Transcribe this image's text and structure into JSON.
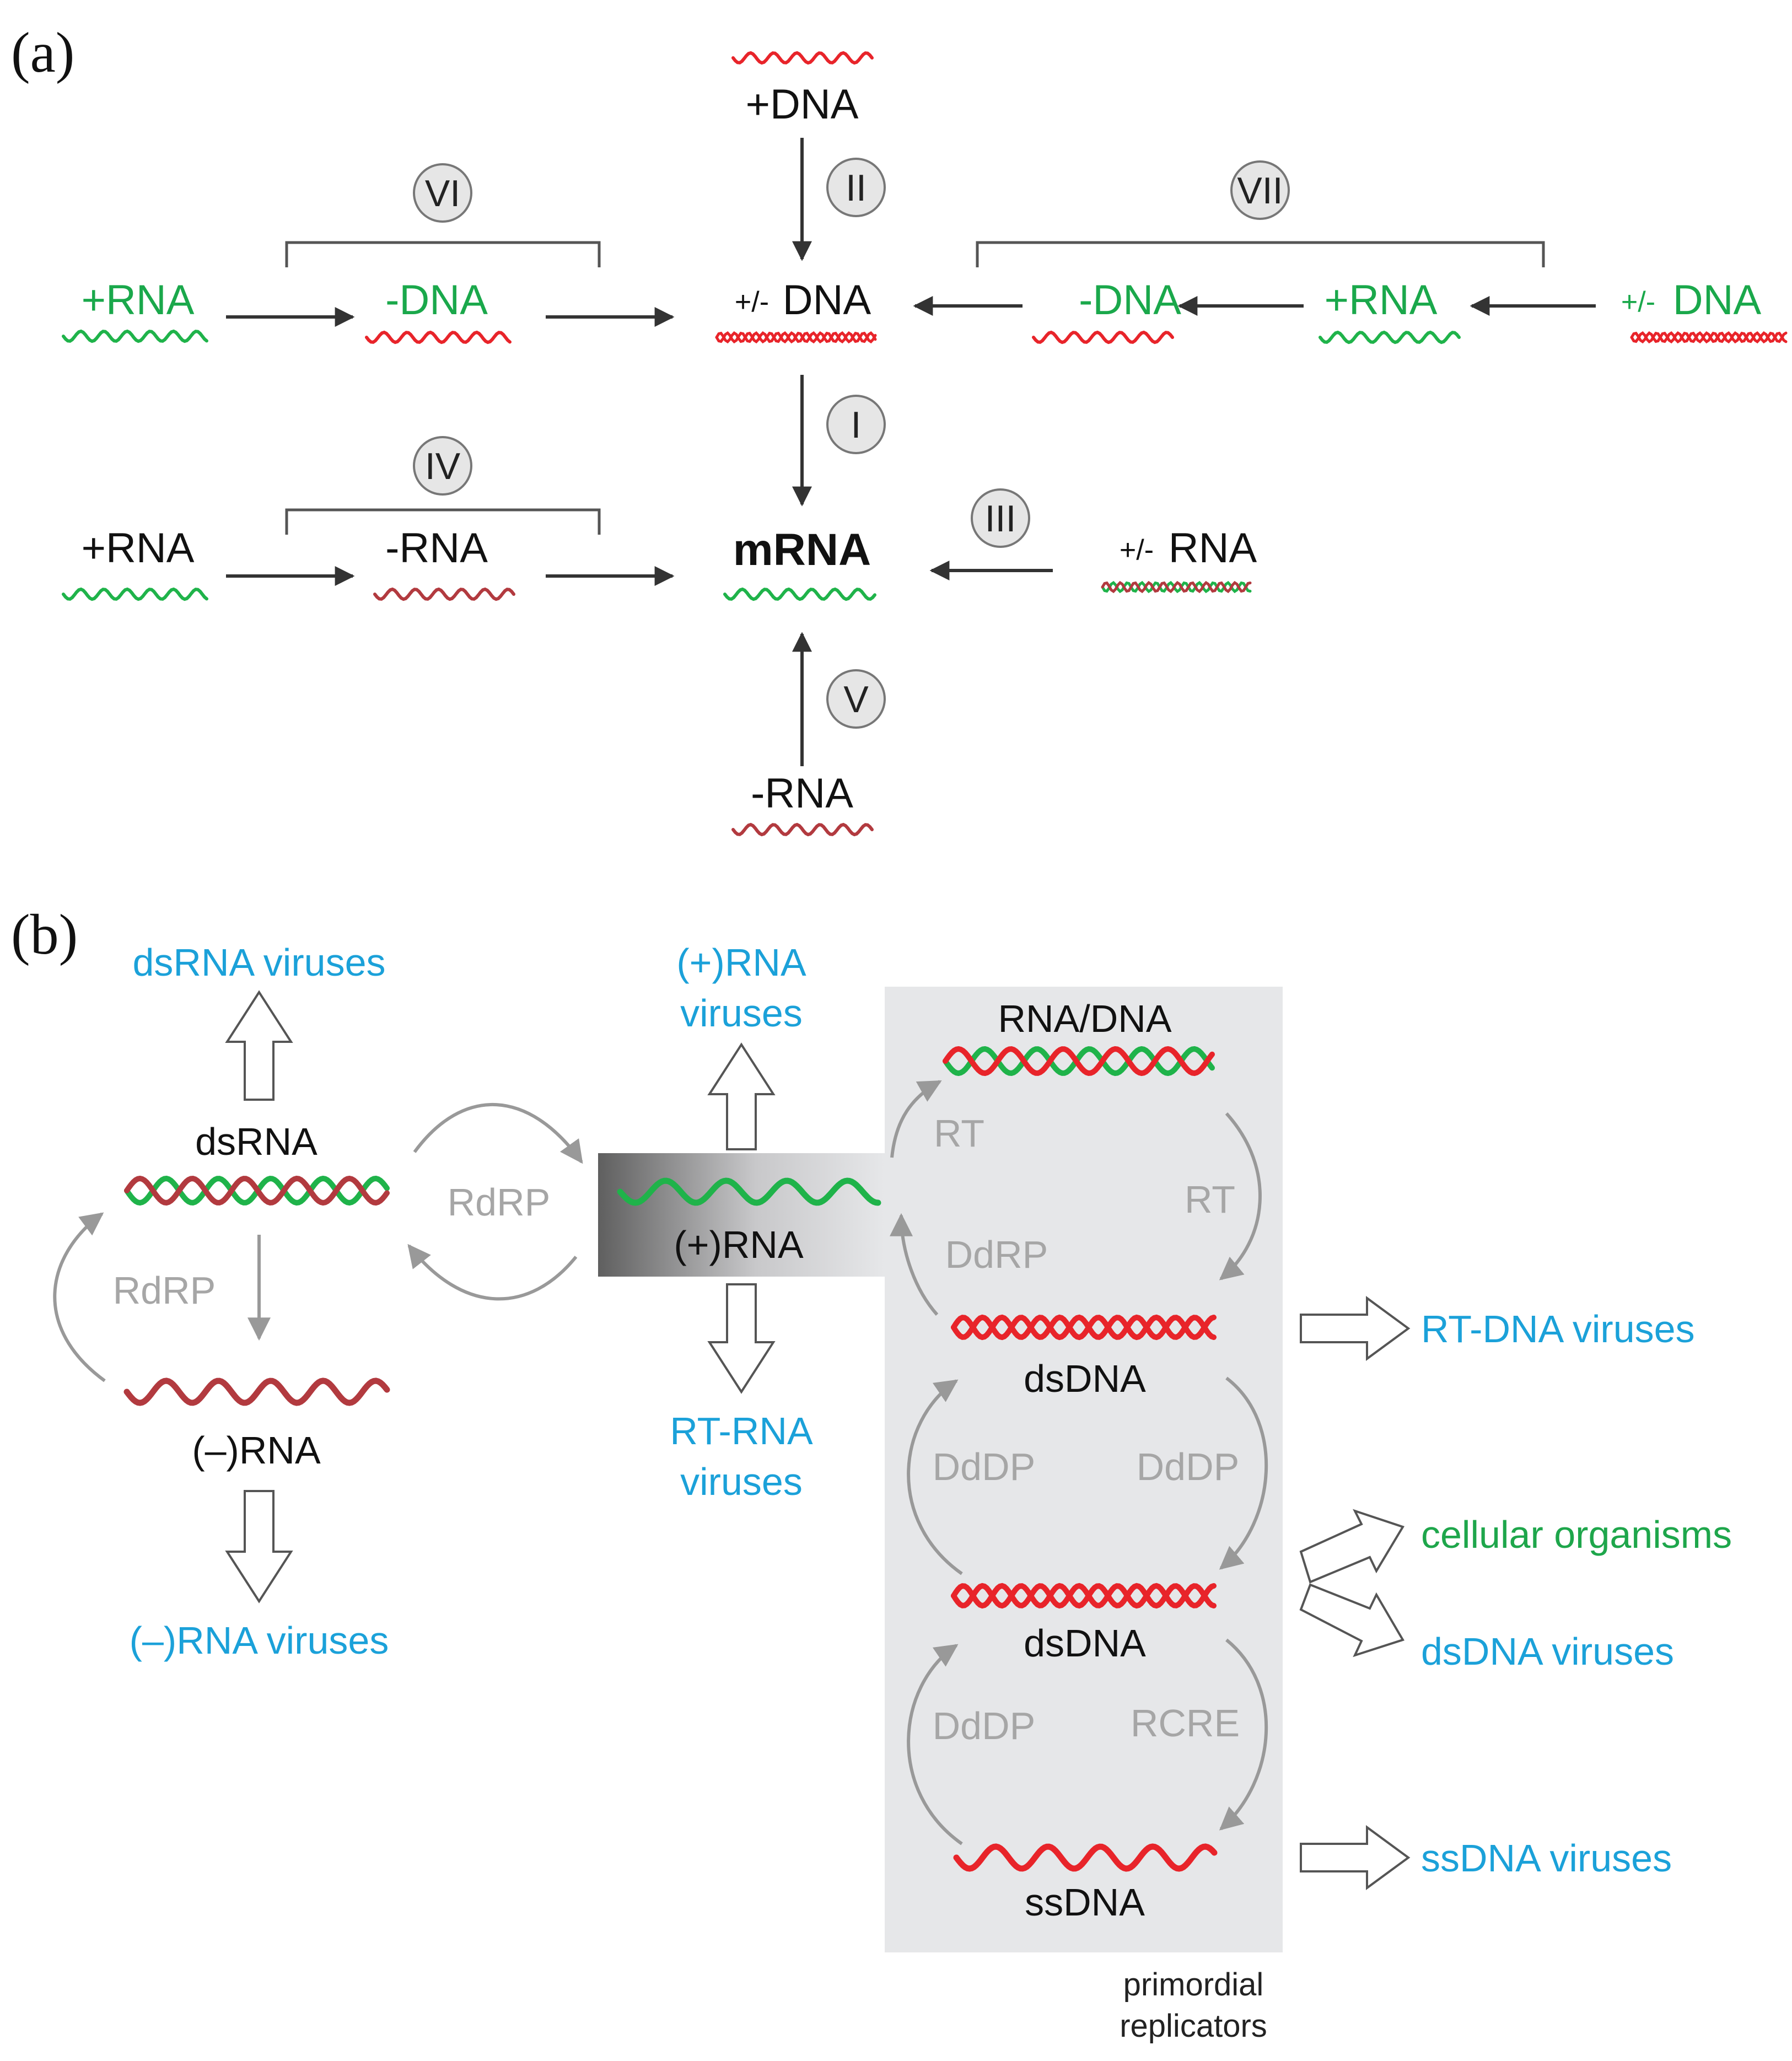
{
  "panel_a": {
    "label": "(a)",
    "nodes": {
      "plus_dna_top": "+DNA",
      "vi_plus_rna": "+RNA",
      "vi_minus_dna": "-DNA",
      "center_pm_dna_sign": "+/-",
      "center_pm_dna": "DNA",
      "vii_minus_dna": "-DNA",
      "vii_plus_rna": "+RNA",
      "vii_pm_dna_sign": "+/-",
      "vii_pm_dna": "DNA",
      "iv_plus_rna": "+RNA",
      "iv_minus_rna": "-RNA",
      "mrna": "mRNA",
      "iii_pm_rna_sign": "+/-",
      "iii_pm_rna": "RNA",
      "v_minus_rna": "-RNA"
    },
    "classes": {
      "I": "I",
      "II": "II",
      "III": "III",
      "IV": "IV",
      "V": "V",
      "VI": "VI",
      "VII": "VII"
    }
  },
  "panel_b": {
    "label": "(b)",
    "nodes": {
      "dsrna": "dsRNA",
      "minus_rna": "(–)RNA",
      "plus_rna": "(+)RNA",
      "rna_dna": "RNA/DNA",
      "dsdna_1": "dsDNA",
      "dsdna_2": "dsDNA",
      "ssdna": "ssDNA"
    },
    "enzymes": {
      "rdrp_left": "RdRP",
      "rdrp_mid": "RdRP",
      "rt_up": "RT",
      "rt_down": "RT",
      "ddrp": "DdRP",
      "dddp_1_left": "DdDP",
      "dddp_1_right": "DdDP",
      "dddp_2_left": "DdDP",
      "rcre": "RCRE"
    },
    "outcomes": {
      "dsrna_viruses": "dsRNA viruses",
      "minus_rna_viruses": "(–)RNA viruses",
      "plus_rna_viruses_l1": "(+)RNA",
      "plus_rna_viruses_l2": "viruses",
      "rt_rna_viruses_l1": "RT-RNA",
      "rt_rna_viruses_l2": "viruses",
      "rt_dna_viruses": "RT-DNA viruses",
      "cellular_organisms": "cellular organisms",
      "dsdna_viruses": "dsDNA viruses",
      "ssdna_viruses": "ssDNA viruses"
    },
    "caption_l1": "primordial",
    "caption_l2": "replicators"
  },
  "colors": {
    "dna_red": "#e8242a",
    "rna_green": "#1fb34a",
    "minus_rna_brown": "#b23a3f",
    "arrow_dark": "#333333",
    "arrow_gray": "#999999",
    "virus_blue": "#1ba1d9",
    "cellular_green": "#1ea64b",
    "box_gray": "#e6e7e9"
  }
}
